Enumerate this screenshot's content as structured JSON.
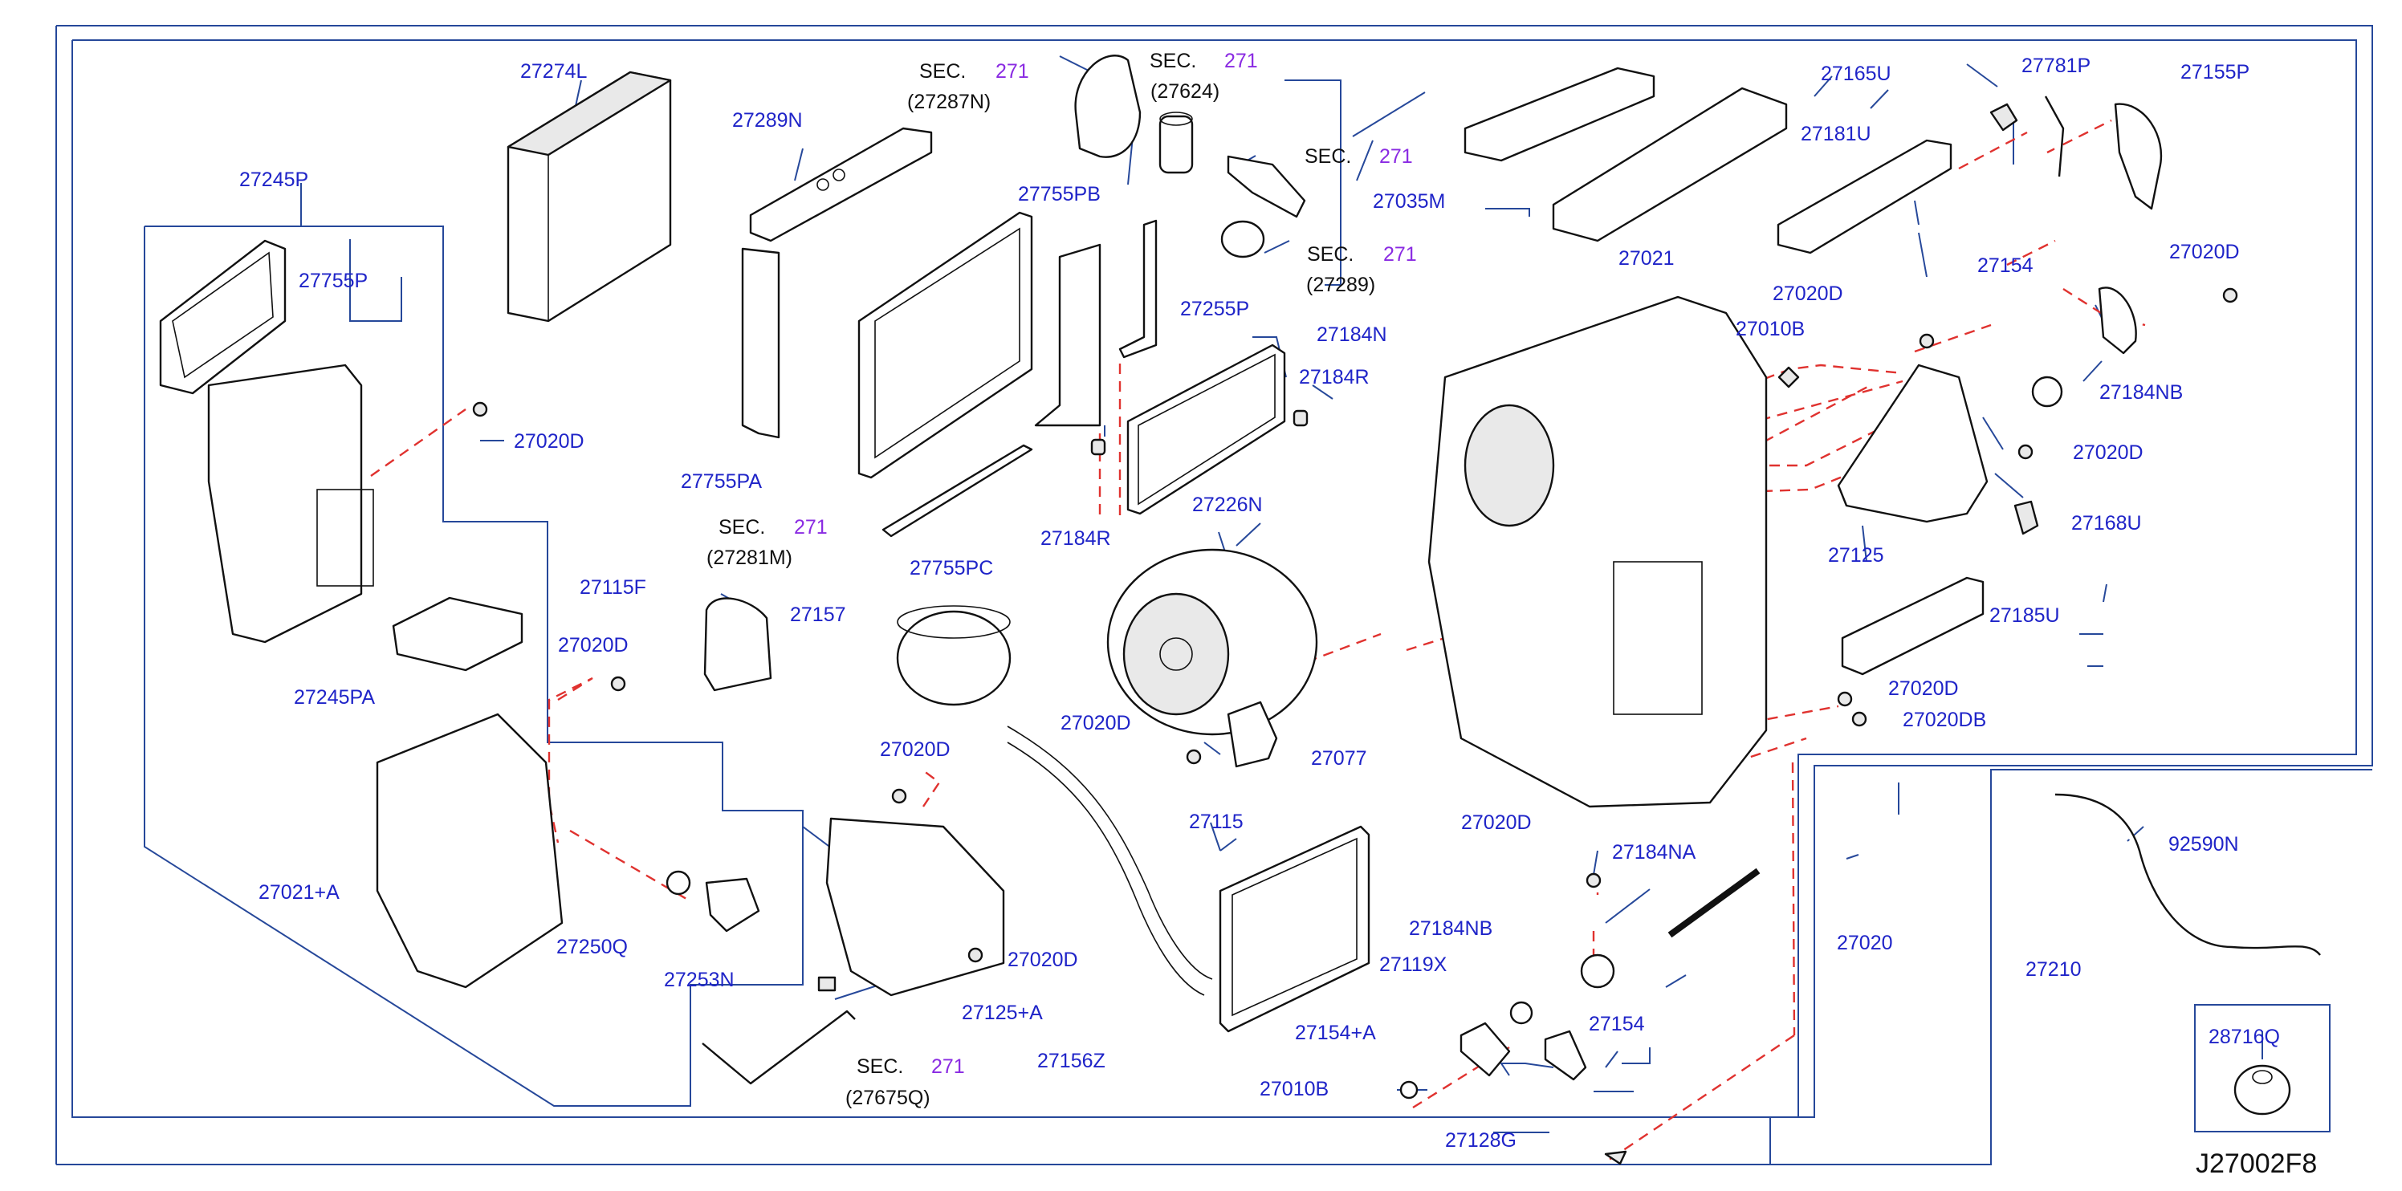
{
  "diagram_code": "J27002F8",
  "colors": {
    "label": "#1f24c8",
    "frame": "#26489a",
    "dash": "#e0322f",
    "section": "#8a2be2"
  },
  "parts": {
    "p27274L": "27274L",
    "p27289N": "27289N",
    "p27245P": "27245P",
    "p27755P": "27755P",
    "p27020D_a": "27020D",
    "p27755PA": "27755PA",
    "p27755PB": "27755PB",
    "p27255P": "27255P",
    "p27184N": "27184N",
    "p27184R_a": "27184R",
    "p27184R_b": "27184R",
    "p27755PC": "27755PC",
    "p27226N": "27226N",
    "p27157": "27157",
    "p27115F": "27115F",
    "p27020D_b": "27020D",
    "p27245PA": "27245PA",
    "p27021A": "27021+A",
    "p27250Q": "27250Q",
    "p27253N": "27253N",
    "p27020D_c": "27020D",
    "p27020D_d": "27020D",
    "p27125A": "27125+A",
    "p27156Z": "27156Z",
    "p27020D_e": "27020D",
    "p27077": "27077",
    "p27115": "27115",
    "p27035M": "27035M",
    "p27021": "27021",
    "p27010B_a": "27010B",
    "p27020D_f": "27020D",
    "p27165U": "27165U",
    "p27781P": "27781P",
    "p27155P": "27155P",
    "p27181U": "27181U",
    "p27154_a": "27154",
    "p27020D_g": "27020D",
    "p27184NB_a": "27184NB",
    "p27020D_h": "27020D",
    "p27125": "27125",
    "p27168U": "27168U",
    "p27185U": "27185U",
    "p27020D_i": "27020D",
    "p27020DB": "27020DB",
    "p27020D_j": "27020D",
    "p27184NA": "27184NA",
    "p27184NB_b": "27184NB",
    "p27119X": "27119X",
    "p27154A": "27154+A",
    "p27154_b": "27154",
    "p27010B_b": "27010B",
    "p27020": "27020",
    "p27128G": "27128G",
    "p92590N": "92590N",
    "p27210": "27210",
    "p28716Q": "28716Q"
  },
  "sections": [
    {
      "prefix": "SEC.",
      "num": "271",
      "ref": "(27287N)"
    },
    {
      "prefix": "SEC.",
      "num": "271",
      "ref": "(27624)"
    },
    {
      "prefix": "SEC.",
      "num": "271",
      "ref": ""
    },
    {
      "prefix": "SEC.",
      "num": "271",
      "ref": "(27289)"
    },
    {
      "prefix": "SEC.",
      "num": "271",
      "ref": "(27281M)"
    },
    {
      "prefix": "SEC.",
      "num": "271",
      "ref": "(27675Q)"
    }
  ]
}
